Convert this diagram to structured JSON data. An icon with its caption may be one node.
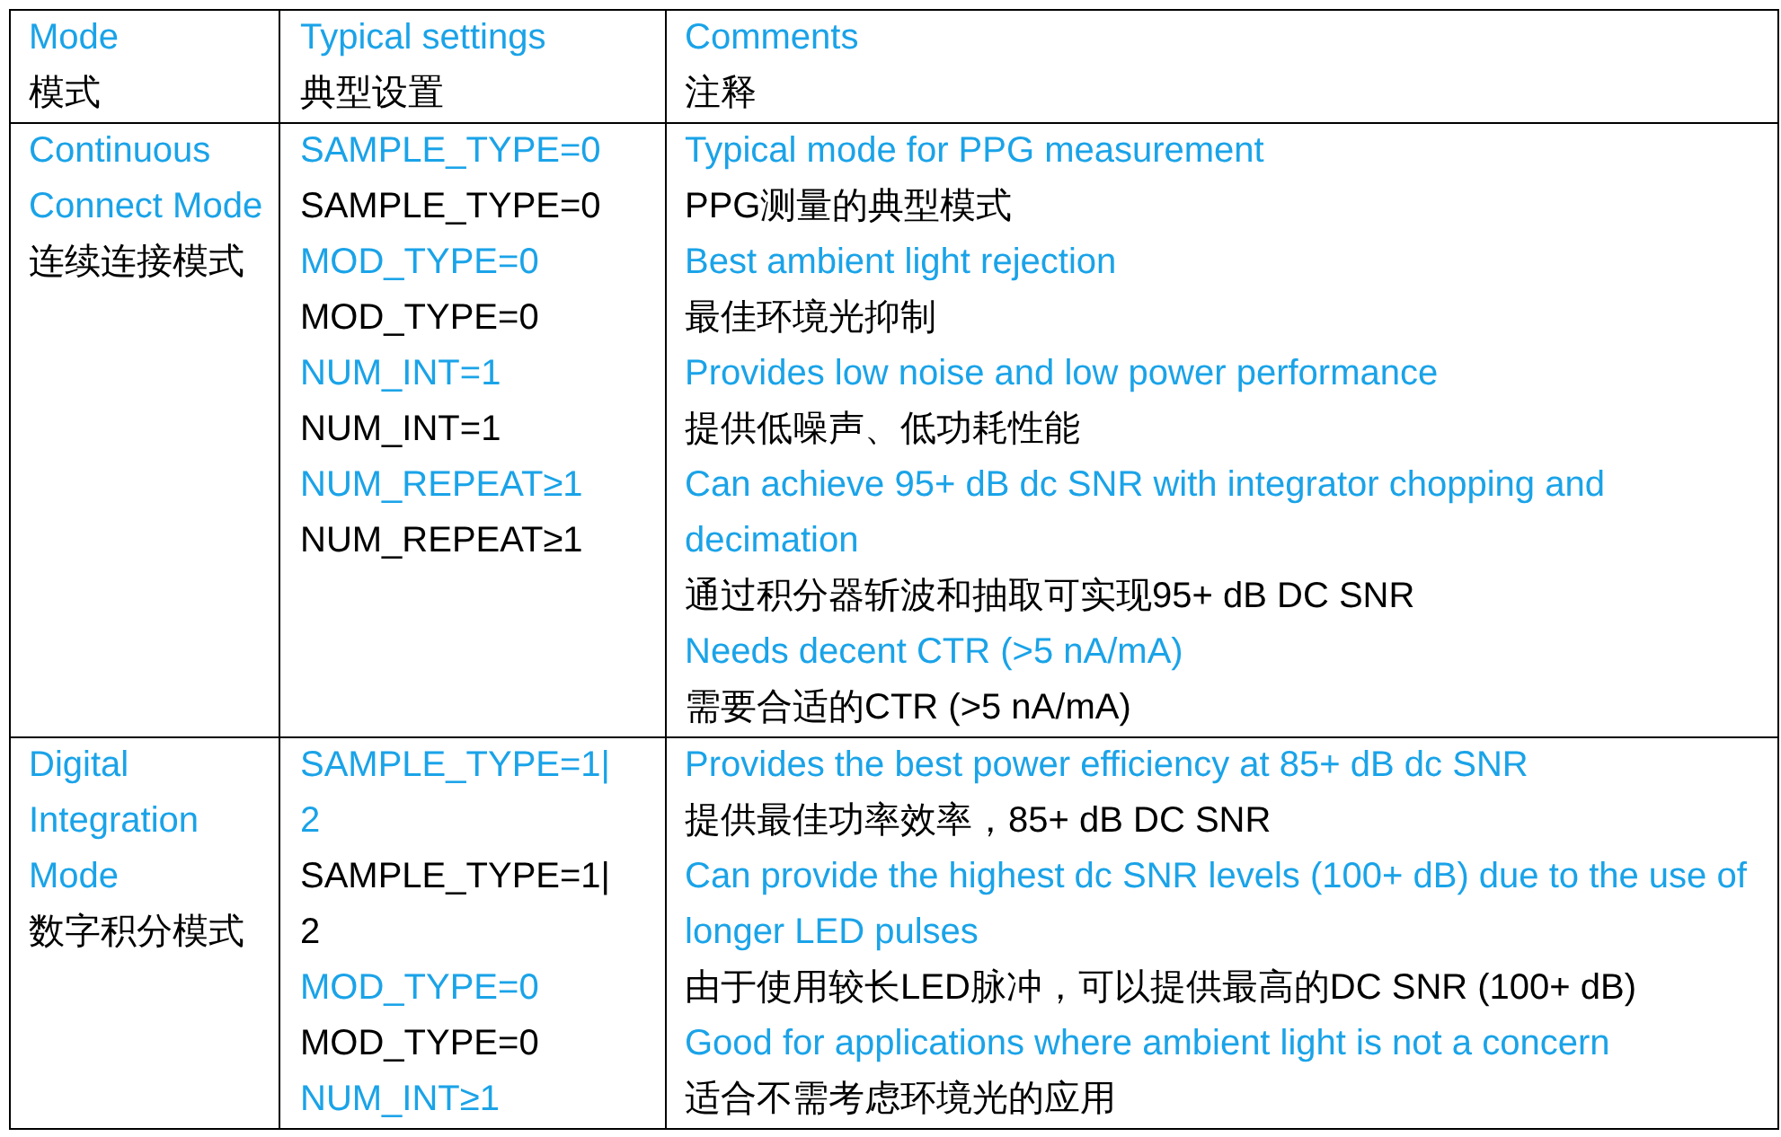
{
  "diagram": {
    "labels": [
      "Mode",
      "模式",
      "Typical settings",
      "典型设置",
      "Comments",
      "注释",
      "Continuous Connect Mode",
      "连续连接模式",
      "SAMPLE_TYPE=0",
      "SAMPLE_TYPE=0",
      "MOD_TYPE=0",
      "MOD_TYPE=0",
      "NUM_INT=1",
      "NUM_INT=1",
      "NUM_REPEAT≥1",
      "NUM_REPEAT≥1",
      "Typical mode for PPG measurement",
      "PPG测量的典型模式",
      "Best ambient light rejection",
      "最佳环境光抑制",
      "Provides low noise and low power performance",
      "提供低噪声、低功耗性能",
      "Can achieve 95+ dB dc SNR with integrator chopping and decimation",
      "通过积分器斩波和抽取可实现95+ dB DC SNR",
      "Needs decent CTR (>5 nA/mA)",
      "需要合适的CTR (>5 nA/mA)",
      "Digital Integration Mode",
      "数字积分模式",
      "SAMPLE_TYPE=1|2",
      "SAMPLE_TYPE=1|2",
      "MOD_TYPE=0",
      "MOD_TYPE=0",
      "NUM_INT≥1",
      "Provides the best power efficiency at 85+ dB dc SNR",
      "提供最佳功率效率，85+ dB DC SNR",
      "Can provide the highest dc SNR levels (100+ dB) due to the use of longer LED pulses",
      "由于使用较长LED脉冲，可以提供最高的DC SNR (100+ dB)",
      "Good for applications where ambient light is not a concern",
      "适合不需考虑环境光的应用"
    ]
  }
}
